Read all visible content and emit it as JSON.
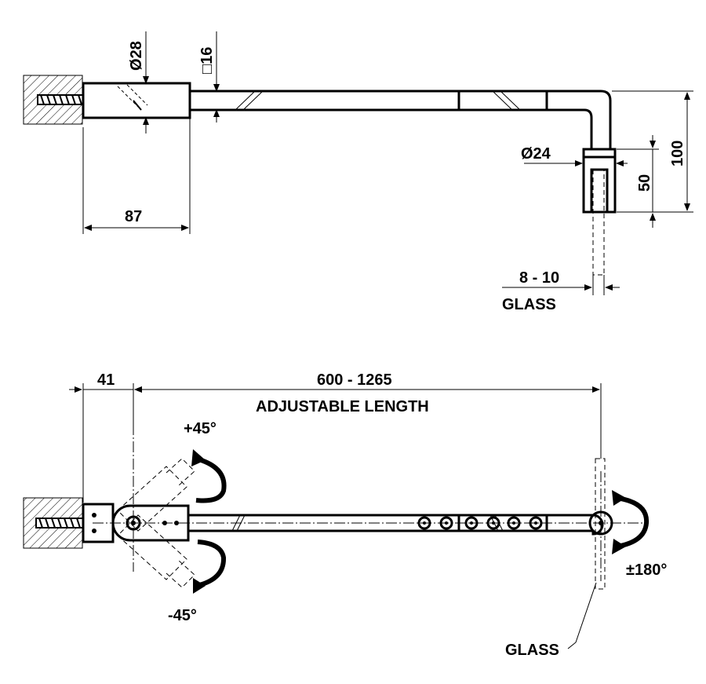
{
  "top_view": {
    "dim_d28": "Ø28",
    "dim_sq16": "□16",
    "dim_87": "87",
    "dim_d24": "Ø24",
    "dim_50": "50",
    "dim_100": "100",
    "dim_glass_thickness": "8 - 10",
    "glass_label": "GLASS"
  },
  "plan_view": {
    "dim_41": "41",
    "dim_length": "600 - 1265",
    "dim_length_label": "ADJUSTABLE LENGTH",
    "angle_plus": "+45°",
    "angle_minus": "-45°",
    "angle_rotation": "±180°",
    "glass_label": "GLASS"
  },
  "colors": {
    "ink": "#000000",
    "paper": "#ffffff"
  }
}
